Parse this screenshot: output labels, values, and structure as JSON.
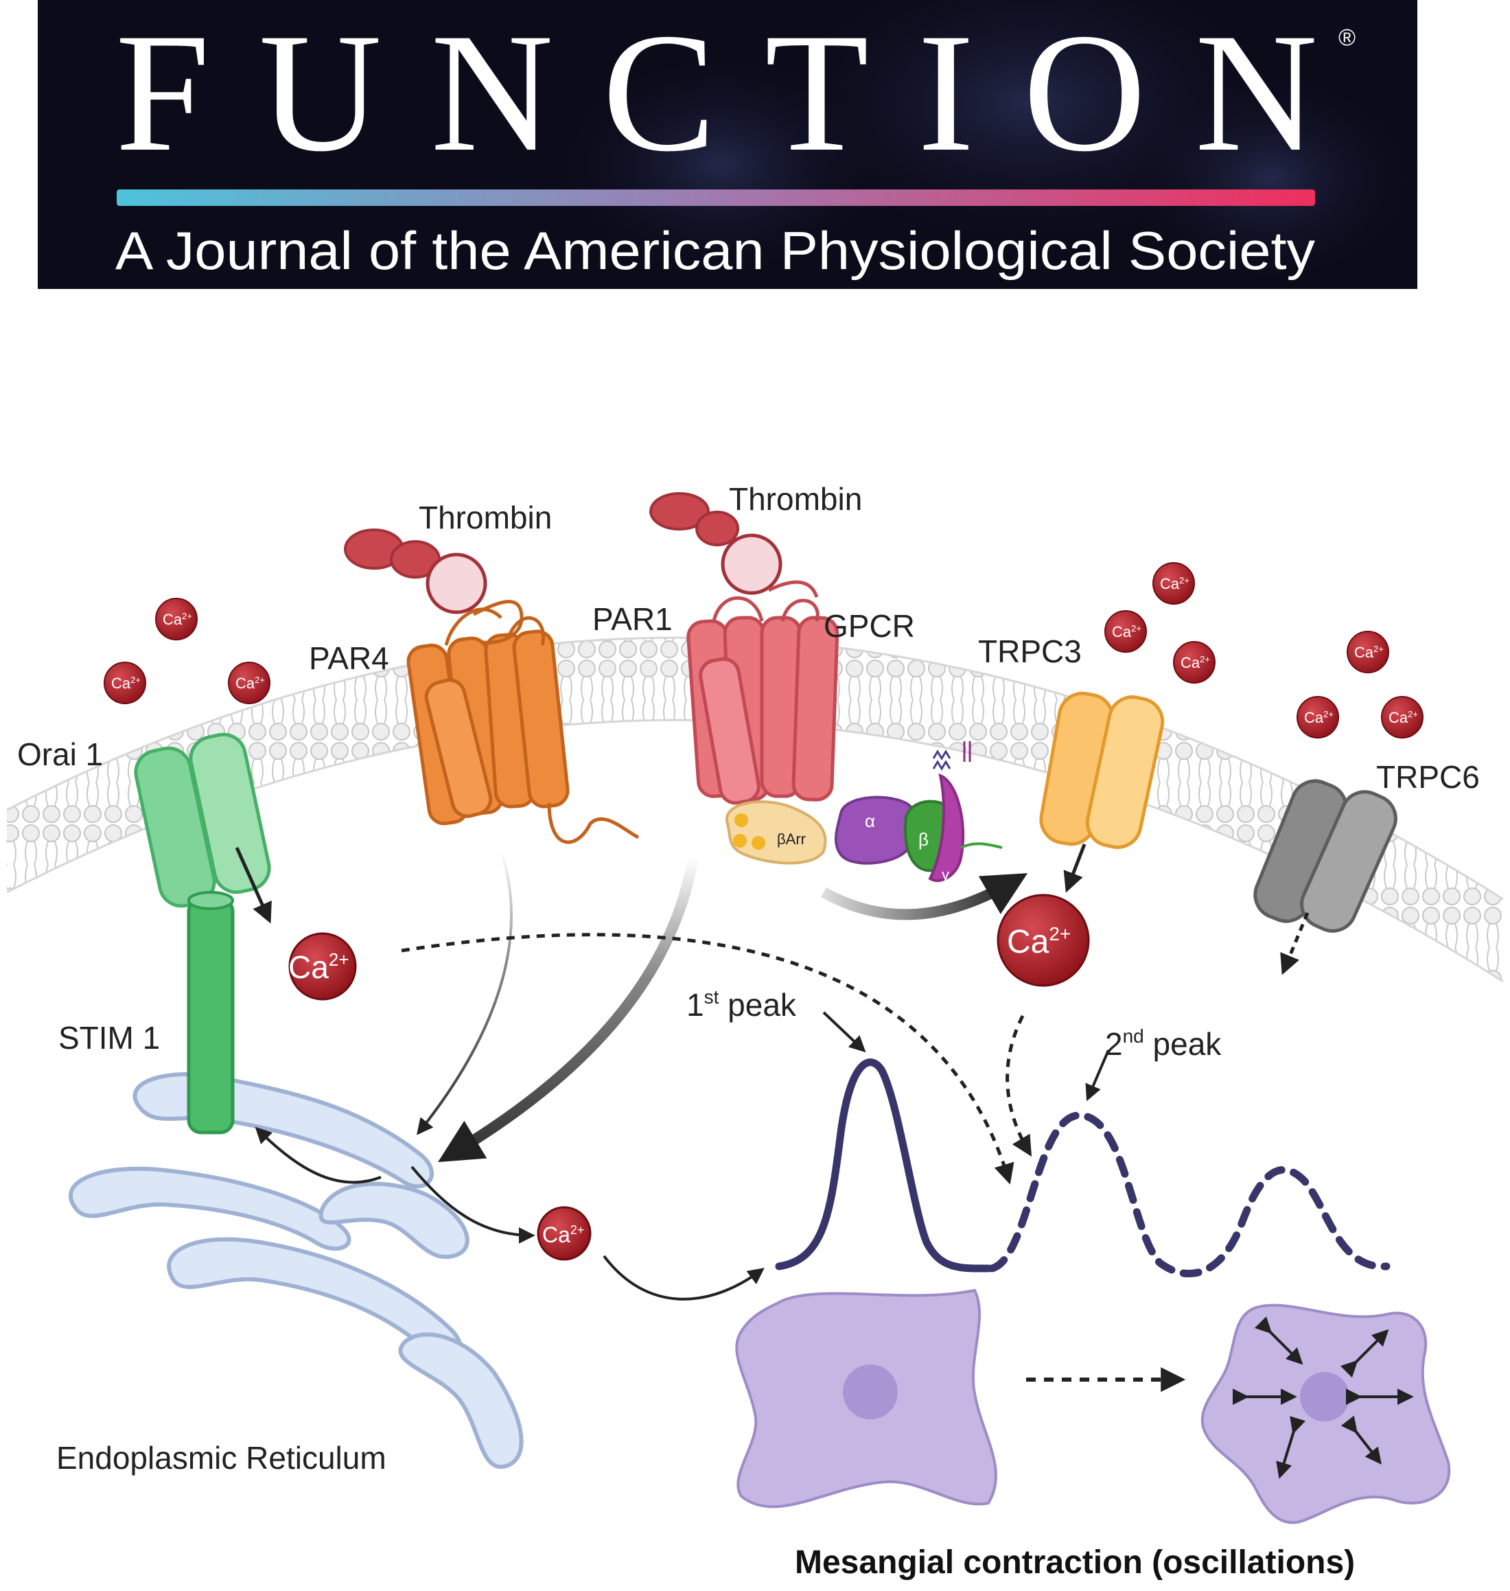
{
  "banner": {
    "title": "FUNCTION",
    "registered_mark": "®",
    "subtitle": "A Journal of the American Physiological Society",
    "gradient_start": "#4ec3dc",
    "gradient_end": "#ee2f5e",
    "background": "#0b0b1a"
  },
  "diagram": {
    "labels": {
      "thrombin_left": "Thrombin",
      "thrombin_right": "Thrombin",
      "par4": "PAR4",
      "par1": "PAR1",
      "gpcr": "GPCR",
      "trpc3": "TRPC3",
      "trpc6": "TRPC6",
      "orai1": "Orai 1",
      "stim1": "STIM 1",
      "er": "Endoplasmic Reticulum",
      "first_peak_num": "1",
      "first_peak_sup": "st",
      "first_peak_word": " peak",
      "second_peak_num": "2",
      "second_peak_sup": "nd",
      "second_peak_word": " peak",
      "caption": "Mesangial contraction (oscillations)"
    },
    "ion": {
      "base": "Ca",
      "charge": "2+"
    },
    "proteins": {
      "beta_arrestin": "βArr",
      "g_alpha": "α",
      "g_beta": "β",
      "g_gamma": "γ"
    },
    "colors": {
      "orai": "#7fd49a",
      "stim": "#4cbb6a",
      "par4": "#ee8a3c",
      "par1": "#e8747c",
      "trpc3": "#fbc46c",
      "trpc6": "#8a8a8a",
      "thrombin": "#c9464f",
      "calcium": "#a51c25",
      "er_fill": "#dbe6f6",
      "er_stroke": "#9fb2d3",
      "cell": "#c5b6e3",
      "trace": "#37356a"
    }
  }
}
